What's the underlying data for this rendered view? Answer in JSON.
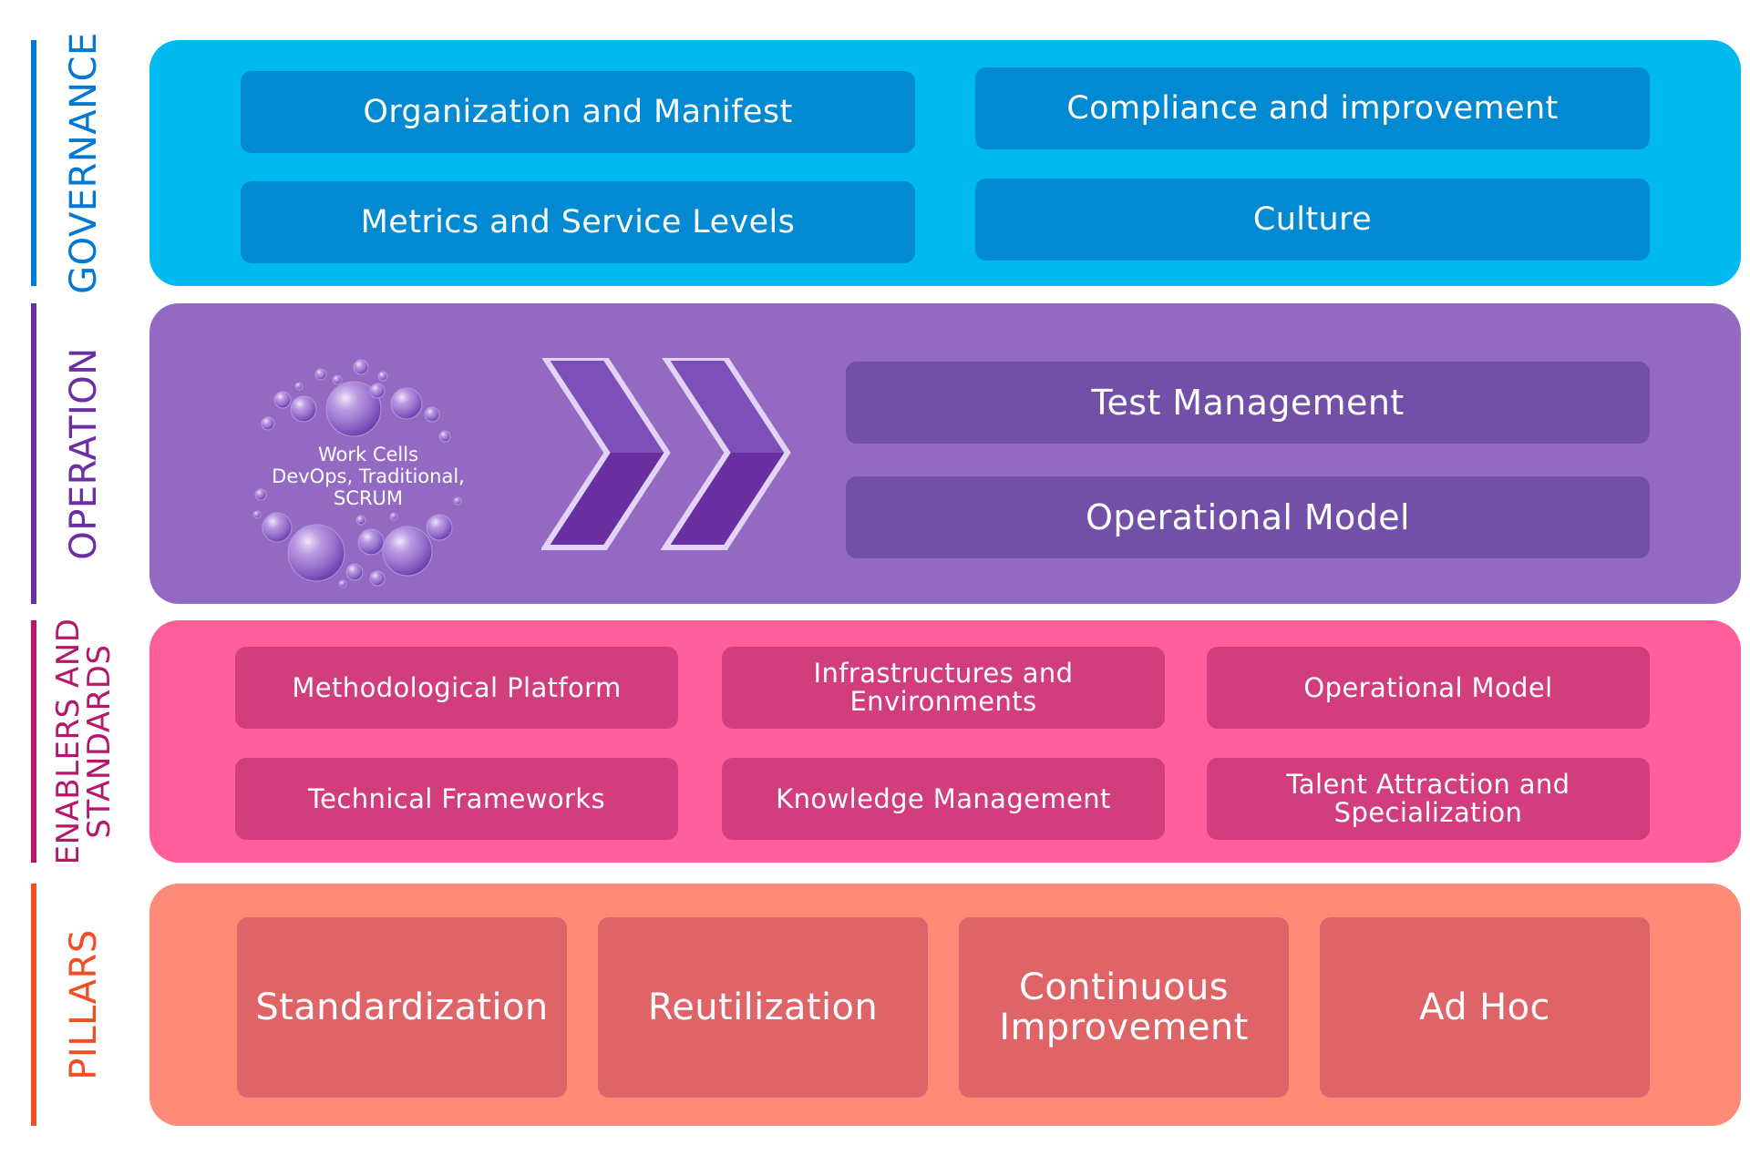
{
  "layers": {
    "governance": {
      "label": "GOVERNANCE",
      "color": "#0078d4",
      "items": [
        "Organization and Manifest",
        "Compliance and improvement",
        "Metrics and Service Levels",
        "Culture"
      ]
    },
    "operation": {
      "label": "OPERATION",
      "color": "#6b2fa3",
      "work_cells": [
        "Work Cells",
        "DevOps, Traditional,",
        "SCRUM"
      ],
      "items": [
        "Test Management",
        "Operational Model"
      ]
    },
    "enablers": {
      "label_line1": "ENABLERS AND",
      "label_line2": "STANDARDS",
      "color": "#b5176b",
      "items": [
        "Methodological Platform",
        "Infrastructures and Environments",
        "Operational Model",
        "Technical Frameworks",
        "Knowledge Management",
        "Talent Attraction and Specialization"
      ]
    },
    "pillars": {
      "label": "PILLARS",
      "color": "#f04e23",
      "items": [
        "Standardization",
        "Reutilization",
        "Continuous Improvement",
        "Ad Hoc"
      ]
    }
  }
}
